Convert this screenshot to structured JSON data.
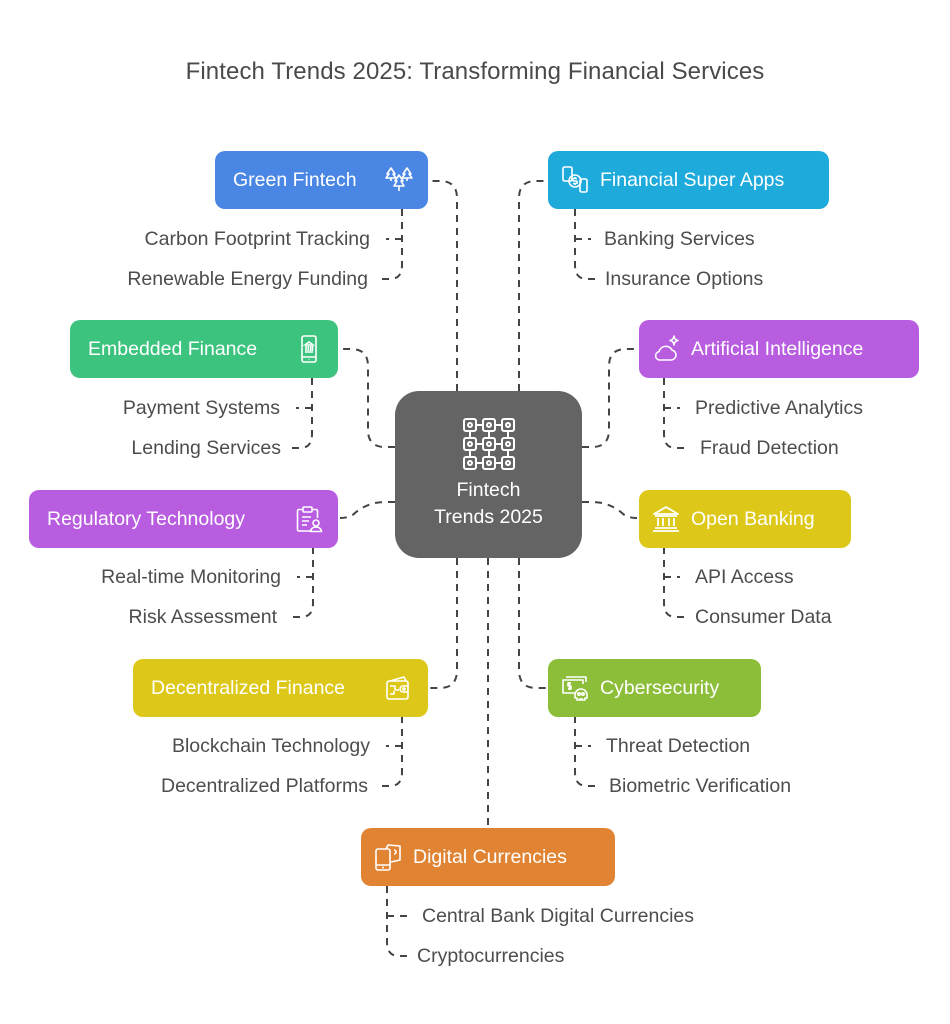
{
  "title": "Fintech Trends 2025: Transforming Financial Services",
  "center": {
    "line1": "Fintech",
    "line2": "Trends 2025",
    "icon": "blockchain-grid-icon",
    "color": "#646464"
  },
  "branches": {
    "green_fintech": {
      "label": "Green Fintech",
      "icon": "trees-icon",
      "color": "#4A86E3",
      "items": [
        "Carbon Footprint Tracking",
        "Renewable Energy Funding"
      ]
    },
    "financial_super_apps": {
      "label": "Financial Super Apps",
      "icon": "mobile-money-icon",
      "color": "#1EAADB",
      "items": [
        "Banking Services",
        "Insurance Options"
      ]
    },
    "embedded_finance": {
      "label": "Embedded Finance",
      "icon": "mobile-bank-icon",
      "color": "#3CC47F",
      "items": [
        "Payment Systems",
        "Lending Services"
      ]
    },
    "artificial_intelligence": {
      "label": "Artificial Intelligence",
      "icon": "cloud-sparkle-icon",
      "color": "#B85CE0",
      "items": [
        "Predictive Analytics",
        "Fraud Detection"
      ]
    },
    "regulatory_technology": {
      "label": "Regulatory Technology",
      "icon": "clipboard-user-icon",
      "color": "#B85CE0",
      "items": [
        "Real-time Monitoring",
        "Risk Assessment"
      ]
    },
    "open_banking": {
      "label": "Open Banking",
      "icon": "bank-building-icon",
      "color": "#DDC81A",
      "items": [
        "API Access",
        "Consumer Data"
      ]
    },
    "decentralized_finance": {
      "label": "Decentralized Finance",
      "icon": "wallet-icon",
      "color": "#DDC81A",
      "items": [
        "Blockchain Technology",
        "Decentralized Platforms"
      ]
    },
    "cybersecurity": {
      "label": "Cybersecurity",
      "icon": "money-skull-icon",
      "color": "#8DBE3A",
      "items": [
        "Threat Detection",
        "Biometric Verification"
      ]
    },
    "digital_currencies": {
      "label": "Digital Currencies",
      "icon": "phone-card-icon",
      "color": "#E08433",
      "items": [
        "Central Bank Digital Currencies",
        "Cryptocurrencies"
      ]
    }
  },
  "connector_color": "#444444"
}
